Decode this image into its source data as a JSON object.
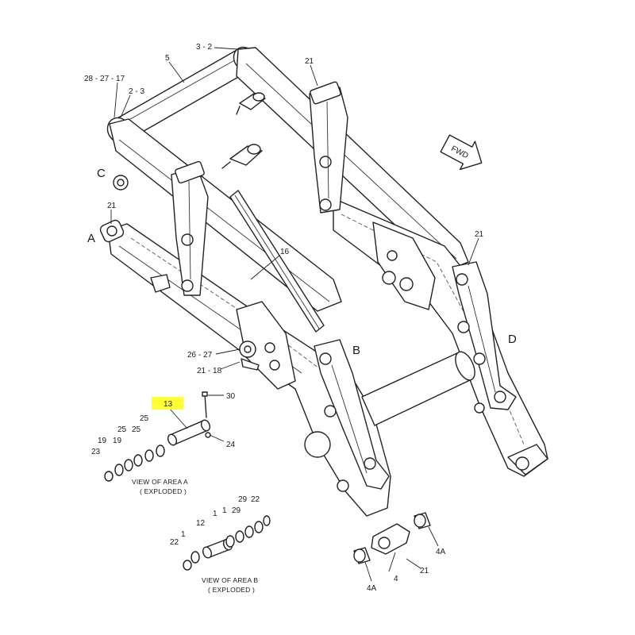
{
  "diagram": {
    "highlight_color": "#ffff33",
    "line_color": "#222222",
    "area_labels": {
      "a": "A",
      "b": "B",
      "c": "C",
      "d": "D"
    },
    "fwd": "FWD",
    "callouts": {
      "c3_2": "3 - 2",
      "c5": "5",
      "c28_27_17": "28 - 27 - 17",
      "c2_3": "2 - 3",
      "c21_top": "21",
      "c21_left": "21",
      "c21_right": "21",
      "c16": "16",
      "c26_27": "26 - 27",
      "c21_18": "21 - 18",
      "c13": "13",
      "c30": "30",
      "c24": "24",
      "c25_a": "25",
      "c25_b": "25",
      "c25_c": "25",
      "c19_a": "19",
      "c19_b": "19",
      "c23": "23",
      "c29_a": "29",
      "c22_a": "22",
      "c1_a": "1",
      "c1_b": "1",
      "c29_b": "29",
      "c12": "12",
      "c1_c": "1",
      "c22_b": "22",
      "c4": "4",
      "c4a_right": "4A",
      "c4a_left": "4A",
      "c21_bottom": "21"
    },
    "views": {
      "a_title": "VIEW OF AREA  A",
      "a_sub": "( EXPLODED )",
      "b_title": "VIEW OF AREA  B",
      "b_sub": "( EXPLODED )"
    }
  }
}
